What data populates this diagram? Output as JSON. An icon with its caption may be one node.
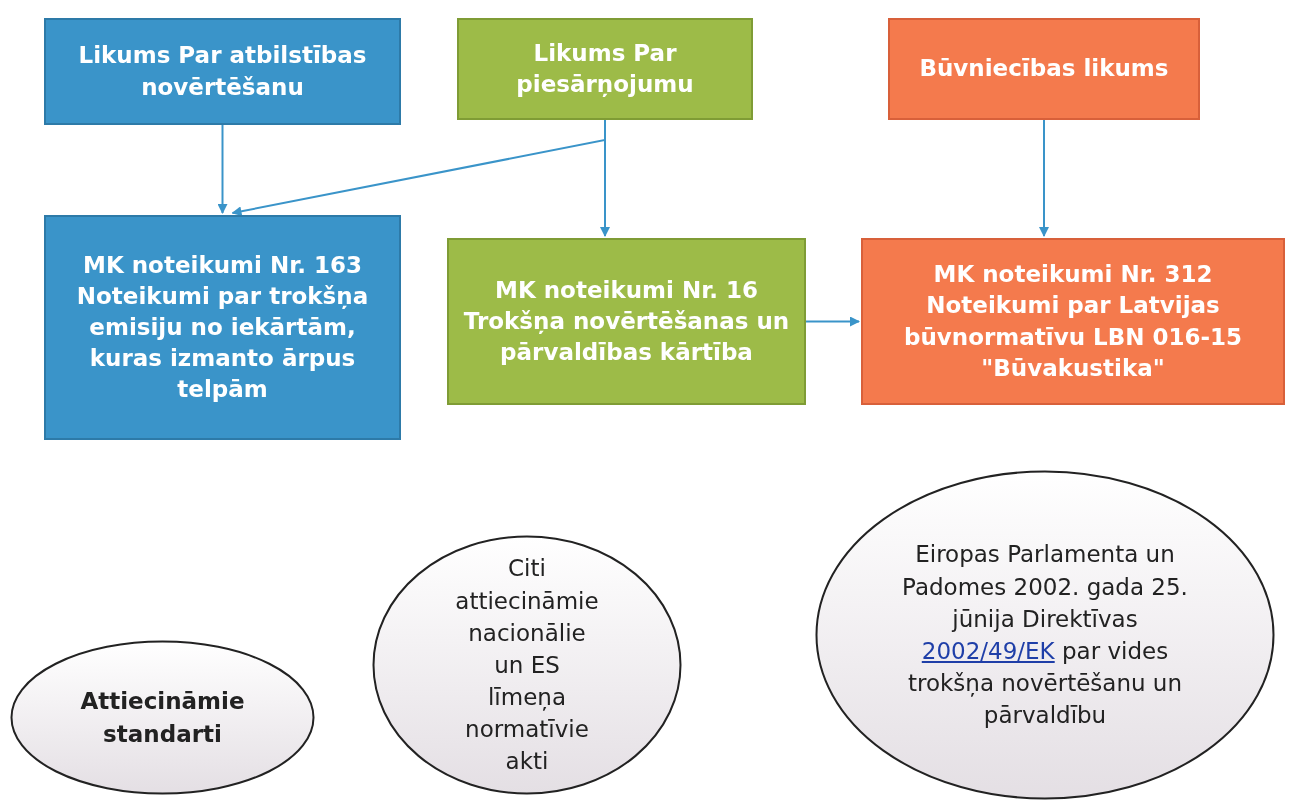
{
  "diagram": {
    "nodes": [
      {
        "text": [
          "Likums Par atbilstības novērtēšanu"
        ]
      },
      {
        "text": [
          "Likums Par piesārņojumu"
        ]
      },
      {
        "text": [
          "Būvniecības likums"
        ]
      },
      {
        "text": [
          "MK noteikumi Nr. 163 Noteikumi par trokšņa emisiju no iekārtām, kuras izmanto ārpus telpām"
        ]
      },
      {
        "text": [
          "MK noteikumi Nr. 16 Trokšņa novērtēšanas un pārvaldības kārtība"
        ]
      },
      {
        "text": [
          "MK noteikumi Nr. 312 Noteikumi par Latvijas būvnormatīvu LBN 016-15 \"Būvakustika\""
        ]
      },
      {
        "text": [
          "Attiecināmie standarti"
        ]
      },
      {
        "text": [
          "Citi attiecināmie nacionālie un ES līmeņa normatīvie akti"
        ]
      },
      {
        "text": [
          "Eiropas Parlamenta un Padomes 2002. gada 25. jūnija Direktīvas",
          "2002/49/EK",
          "par vides trokšņa novērtēšanu un pārvaldību"
        ]
      }
    ],
    "edges": [
      {
        "from": 0,
        "to": 3,
        "arrow": "to"
      },
      {
        "from": 1,
        "to": 3,
        "arrow": "to"
      },
      {
        "from": 1,
        "to": 4,
        "arrow": "to"
      },
      {
        "from": 2,
        "to": 5,
        "arrow": "to"
      },
      {
        "from": 4,
        "to": 5,
        "arrow": "to"
      }
    ]
  }
}
